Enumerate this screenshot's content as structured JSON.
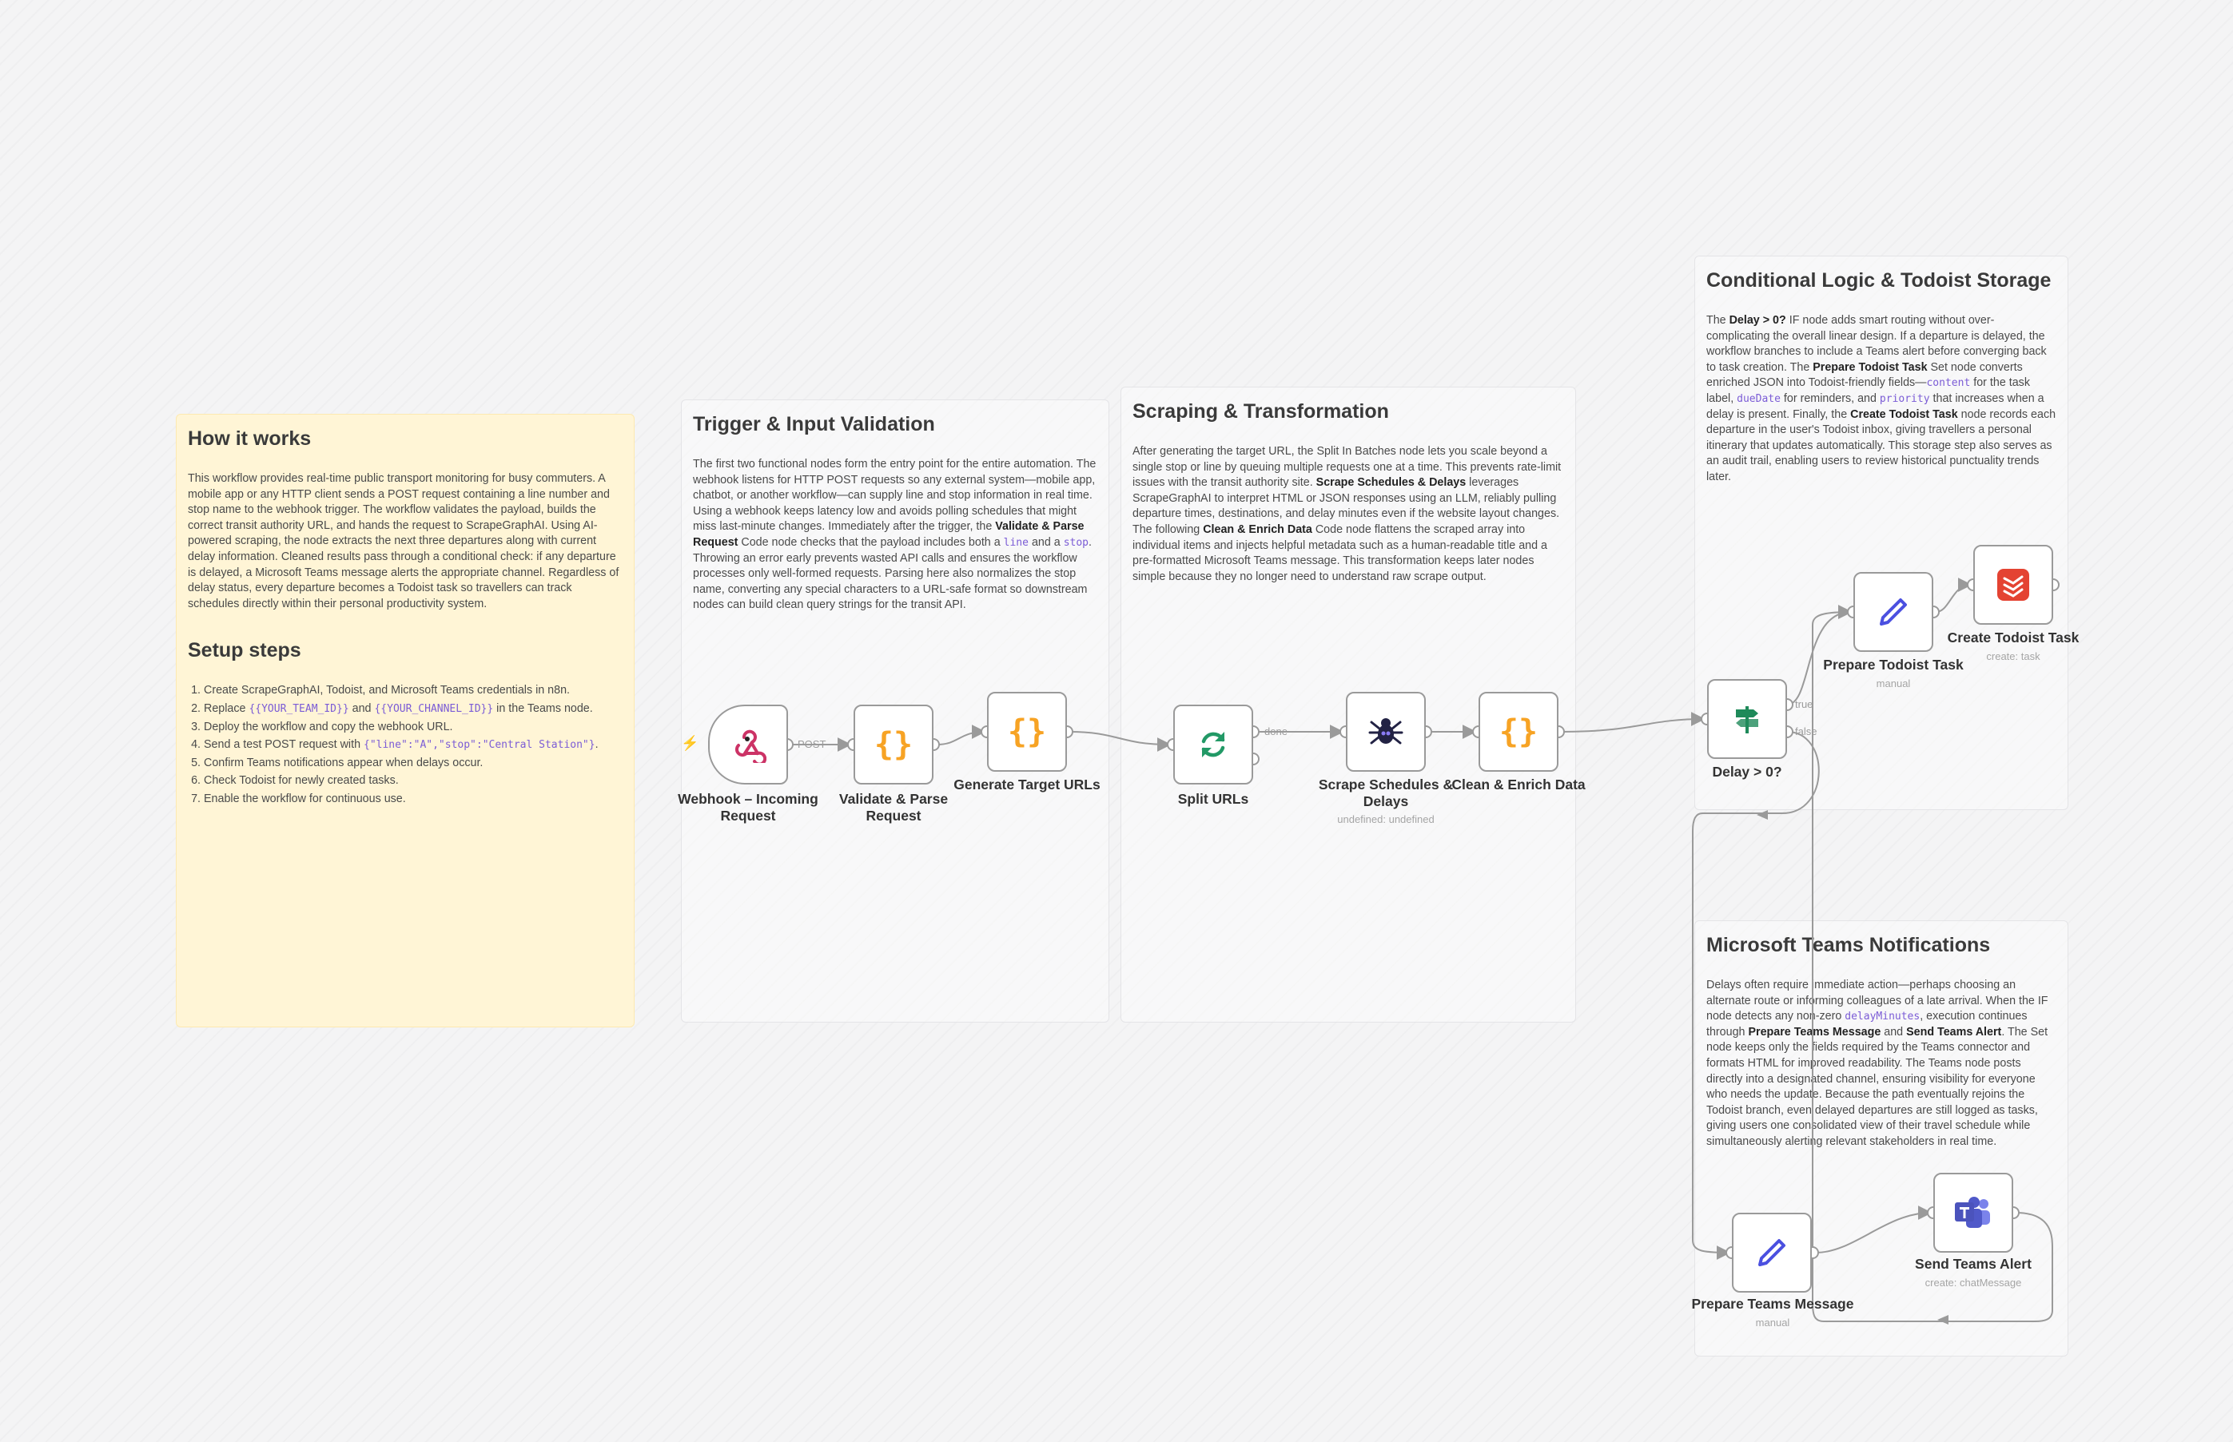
{
  "canvas": {
    "background": "#f4f4f5",
    "accent_color": "#ff6d5a"
  },
  "notes": {
    "how_it_works": {
      "title": "How it works",
      "body": "This workflow provides real-time public transport monitoring for busy commuters. A mobile app or any HTTP client sends a POST request containing a line number and stop name to the webhook trigger. The workflow validates the payload, builds the correct transit authority URL, and hands the request to ScrapeGraphAI. Using AI-powered scraping, the node extracts the next three departures along with current delay information. Cleaned results pass through a conditional check: if any departure is delayed, a Microsoft Teams message alerts the appropriate channel. Regardless of delay status, every departure becomes a Todoist task so travellers can track schedules directly within their personal productivity system.",
      "setup_title": "Setup steps",
      "steps": {
        "s1": "Create ScrapeGraphAI, Todoist, and Microsoft Teams credentials in n8n.",
        "s2_pre": "Replace ",
        "s2_code1": "{{YOUR_TEAM_ID}}",
        "s2_mid": " and ",
        "s2_code2": "{{YOUR_CHANNEL_ID}}",
        "s2_post": " in the Teams node.",
        "s3": "Deploy the workflow and copy the webhook URL.",
        "s4_pre": "Send a test POST request with ",
        "s4_code": "{\"line\":\"A\",\"stop\":\"Central Station\"}",
        "s4_post": ".",
        "s5": "Confirm Teams notifications appear when delays occur.",
        "s6": "Check Todoist for newly created tasks.",
        "s7": "Enable the workflow for continuous use."
      }
    },
    "trigger": {
      "title": "Trigger & Input Validation",
      "p1": "The first two functional nodes form the entry point for the entire automation. The webhook listens for HTTP POST requests so any external system—mobile app, chatbot, or another workflow—can supply line and stop information in real time. Using a webhook keeps latency low and avoids polling schedules that might miss last-minute changes. Immediately after the trigger, the ",
      "b1": "Validate & Parse Request",
      "p2": " Code node checks that the payload includes both a ",
      "c1": "line",
      "p3": " and a ",
      "c2": "stop",
      "p4": ". Throwing an error early prevents wasted API calls and ensures the workflow processes only well-formed requests. Parsing here also normalizes the stop name, converting any special characters to a URL-safe format so downstream nodes can build clean query strings for the transit API."
    },
    "scraping": {
      "title": "Scraping & Transformation",
      "p1": "After generating the target URL, the Split In Batches node lets you scale beyond a single stop or line by queuing multiple requests one at a time. This prevents rate-limit issues with the transit authority site. ",
      "b1": "Scrape Schedules & Delays",
      "p2": " leverages ScrapeGraphAI to interpret HTML or JSON responses using an LLM, reliably pulling departure times, destinations, and delay minutes even if the website layout changes. The following ",
      "b2": "Clean & Enrich Data",
      "p3": " Code node flattens the scraped array into individual items and injects helpful metadata such as a human-readable title and a pre-formatted Microsoft Teams message. This transformation keeps later nodes simple because they no longer need to understand raw scrape output."
    },
    "conditional": {
      "title": "Conditional Logic & Todoist Storage",
      "p1": "The ",
      "b1": "Delay > 0?",
      "p2": " IF node adds smart routing without over-complicating the overall linear design. If a departure is delayed, the workflow branches to include a Teams alert before converging back to task creation. The ",
      "b2": "Prepare Todoist Task",
      "p3": " Set node converts enriched JSON into Todoist-friendly fields—",
      "c1": "content",
      "p4": " for the task label, ",
      "c2": "dueDate",
      "p5": " for reminders, and ",
      "c3": "priority",
      "p6": " that increases when a delay is present. Finally, the ",
      "b3": "Create Todoist Task",
      "p7": " node records each departure in the user's Todoist inbox, giving travellers a personal itinerary that updates automatically. This storage step also serves as an audit trail, enabling users to review historical punctuality trends later."
    },
    "teams": {
      "title": "Microsoft Teams Notifications",
      "p1": "Delays often require immediate action—perhaps choosing an alternate route or informing colleagues of a late arrival. When the IF node detects any non-zero ",
      "c1": "delayMinutes",
      "p2": ", execution continues through ",
      "b1": "Prepare Teams Message",
      "p3": " and ",
      "b2": "Send Teams Alert",
      "p4": ". The Set node keeps only the fields required by the Teams connector and formats HTML for improved readability. The Teams node posts directly into a designated channel, ensuring visibility for everyone who needs the update. Because the path eventually rejoins the Todoist branch, even delayed departures are still logged as tasks, giving users one consolidated view of their travel schedule while simultaneously alerting relevant stakeholders in real time."
    }
  },
  "nodes": {
    "webhook": {
      "label": "Webhook – Incoming Request",
      "icon": "webhook-icon",
      "color": "#cc3366"
    },
    "validate": {
      "label": "Validate & Parse Request",
      "icon": "code-braces-icon",
      "color": "#f7a324"
    },
    "generate": {
      "label": "Generate Target URLs",
      "icon": "code-braces-icon",
      "color": "#f7a324"
    },
    "split": {
      "label": "Split URLs",
      "icon": "refresh-icon",
      "color": "#229966"
    },
    "scrape": {
      "label": "Scrape Schedules & Delays",
      "sublabel": "undefined: undefined",
      "icon": "spider-icon",
      "color": "#222244"
    },
    "clean": {
      "label": "Clean & Enrich Data",
      "icon": "code-braces-icon",
      "color": "#f7a324"
    },
    "delay": {
      "label": "Delay > 0?",
      "icon": "signpost-icon",
      "color": "#1f8a5a"
    },
    "prep_todoist": {
      "label": "Prepare Todoist Task",
      "sublabel": "manual",
      "icon": "pencil-icon",
      "color": "#4b50e0"
    },
    "create_todoist": {
      "label": "Create Todoist Task",
      "sublabel": "create: task",
      "icon": "todoist-icon",
      "color": "#e44332"
    },
    "prep_teams": {
      "label": "Prepare Teams Message",
      "sublabel": "manual",
      "icon": "pencil-icon",
      "color": "#4b50e0"
    },
    "send_teams": {
      "label": "Send Teams Alert",
      "sublabel": "create: chatMessage",
      "icon": "teams-icon",
      "color": "#5059c9"
    }
  },
  "edges": {
    "post": "POST",
    "done": "done",
    "true": "true",
    "false": "false"
  }
}
